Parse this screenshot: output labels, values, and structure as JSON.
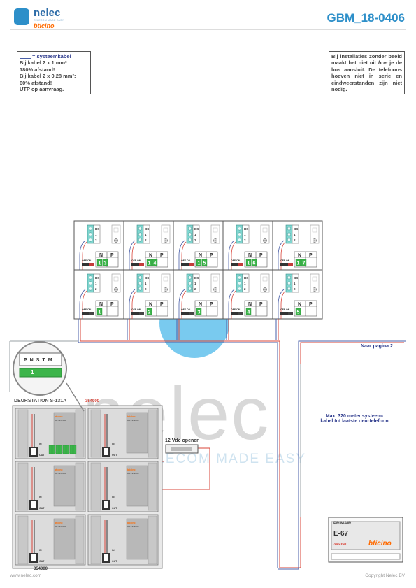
{
  "header": {
    "brand_name": "nelec",
    "brand_tagline": "TELECOM MADE EASY",
    "brand_sub": "bticino",
    "doc_id": "GBM_18-0406"
  },
  "notes": {
    "left_title": "= systeemkabel",
    "left_lines": [
      "Bij kabel 2 x 1 mm²:",
      "180% afstand!",
      "Bij kabel 2 x 0,28 mm²:",
      "60% afstand!",
      "UTP op aanvraag."
    ],
    "right_pre": "Bij installaties zonder beeld maakt het niet uit ",
    "right_em": "hoe",
    "right_post": " je de bus aansluit. De telefoons hoeven niet in serie en eindweerstanden zijn niet nodig."
  },
  "watermark": {
    "text": "nelec",
    "tagline": "TELECOM MADE EASY"
  },
  "phones": {
    "top_row": [
      "13",
      "14",
      "15",
      "16",
      "17"
    ],
    "bottom_row": [
      "1",
      "2",
      "3",
      "4",
      "5"
    ],
    "np_labels": [
      "N",
      "P"
    ],
    "off_on": "OFF ON",
    "terminals": [
      "BS",
      "1",
      "2"
    ]
  },
  "labels": {
    "naar_pagina": "Naar pagina 2",
    "max_cable": [
      "Max. 320 meter systeem-",
      "kabel tot laatste deurtelefoon"
    ],
    "door_station": "DEURSTATION S-131A",
    "opener": "12 Vdc opener",
    "module_code_top": "354000",
    "module_code_bottom": "354000",
    "module_art_a": "ART.351100",
    "module_art_b": "ART.352000",
    "in_label": "IN",
    "out_label": "OUT",
    "dip_labels": [
      "P",
      "N",
      "S",
      "T",
      "M"
    ],
    "dip_value": "1",
    "psu_title": "PRIMAIR",
    "psu_model": "E-67",
    "psu_code": "346050",
    "psu_brand": "bticino"
  },
  "footer": {
    "left": "www.nelec.com",
    "right": "Copyright Nelec BV"
  },
  "colors": {
    "accent": "#2d8fc9",
    "cable_red": "#d9453a",
    "cable_blue": "#4a5fa8",
    "cable_grey": "#9aa0a6"
  }
}
